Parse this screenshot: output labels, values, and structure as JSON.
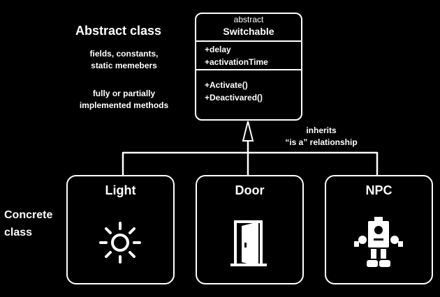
{
  "abstract_section": {
    "title": "Abstract class",
    "note_fields": [
      "fields, constants,",
      "static memebers"
    ],
    "note_methods": [
      "fully or partially",
      "implemented methods"
    ]
  },
  "abstract_class": {
    "stereotype": "abstract",
    "name": "Switchable",
    "fields": [
      "+delay",
      "+activationTime"
    ],
    "methods": [
      "+Activate()",
      "+Deactivared()"
    ]
  },
  "relationship": {
    "label_line1": "inherits",
    "label_line2": "“is a” relationship"
  },
  "concrete_section": {
    "label_line1": "Concrete",
    "label_line2": "class"
  },
  "concrete_classes": [
    {
      "name": "Light",
      "icon": "sun-icon"
    },
    {
      "name": "Door",
      "icon": "open-door-icon"
    },
    {
      "name": "NPC",
      "icon": "robot-icon"
    }
  ],
  "colors": {
    "background": "#000000",
    "foreground": "#ffffff"
  }
}
